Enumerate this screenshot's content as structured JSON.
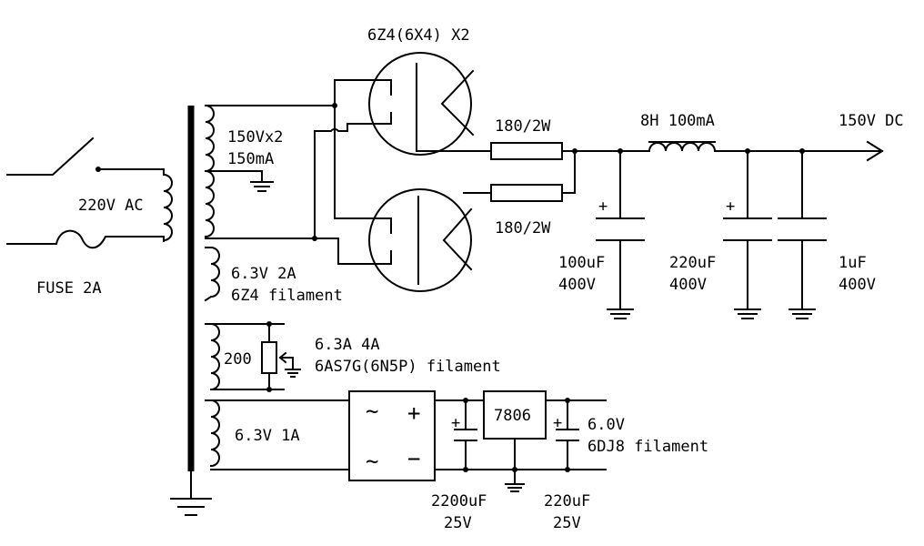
{
  "tube": {
    "label": "6Z4(6X4) X2"
  },
  "mains": {
    "voltage": "220V AC",
    "fuse": "FUSE 2A"
  },
  "transformer": {
    "hv_winding": {
      "line1": "150Vx2",
      "line2": "150mA"
    },
    "rect_filament": {
      "line1": "6.3V 2A",
      "line2": "6Z4 filament"
    },
    "pot": {
      "value": "200"
    },
    "power_filament": {
      "line1": "6.3A 4A",
      "line2": "6AS7G(6N5P) filament"
    },
    "dc_winding": {
      "label": "6.3V 1A"
    }
  },
  "hv_supply": {
    "resistor1": "180/2W",
    "resistor2": "180/2W",
    "choke": "8H 100mA",
    "output": "150V DC",
    "cap1": {
      "value": "100uF",
      "voltage": "400V"
    },
    "cap2": {
      "value": "220uF",
      "voltage": "400V"
    },
    "cap3": {
      "value": "1uF",
      "voltage": "400V"
    }
  },
  "dc_supply": {
    "bridge": {
      "ac": "~",
      "plus": "+",
      "minus": "−"
    },
    "regulator": "7806",
    "cap_in": {
      "value": "2200uF",
      "voltage": "25V"
    },
    "cap_out": {
      "value": "220uF",
      "voltage": "25V"
    },
    "output": {
      "line1": "6.0V",
      "line2": "6DJ8 filament"
    }
  },
  "polarity_mark": "+"
}
